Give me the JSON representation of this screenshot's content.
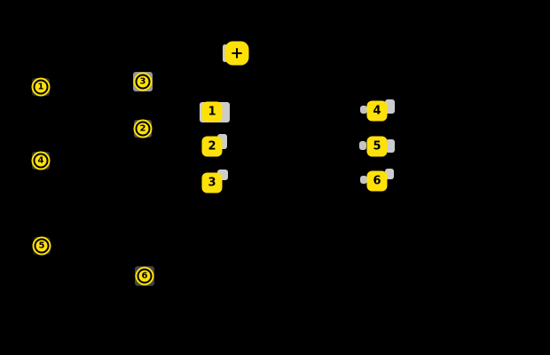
{
  "screen": {
    "description": "black screen with set-of-marks annotation overlay",
    "background_color": "#000000"
  },
  "som": {
    "badge_color": "#ffe10a",
    "badge_text_color": "#000000",
    "remnant_light_color": "#cccccc",
    "remnant_dark_color": "#3a3a3a",
    "circle_markers": [
      {
        "label": "1"
      },
      {
        "label": "2"
      },
      {
        "label": "3"
      },
      {
        "label": "4"
      },
      {
        "label": "5"
      },
      {
        "label": "6"
      }
    ],
    "square_markers": [
      {
        "label": "1"
      },
      {
        "label": "2"
      },
      {
        "label": "3"
      },
      {
        "label": "4"
      },
      {
        "label": "5"
      },
      {
        "label": "6"
      }
    ],
    "plus_marker": {
      "label": "+"
    }
  }
}
